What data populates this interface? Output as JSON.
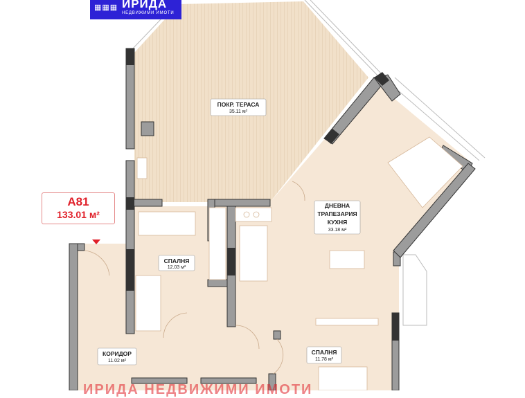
{
  "logo": {
    "name": "ИРИДА",
    "tagline": "НЕДВИЖИМИ ИМОТИ",
    "color": "#2d22d6"
  },
  "apartment": {
    "code": "A81",
    "area": "133.01 м²",
    "accent": "#e0202a"
  },
  "rooms": [
    {
      "name": "ПОКР. ТЕРАСА",
      "area": "35.11 м²"
    },
    {
      "name": "ДНЕВНА",
      "name2": "ТРАПЕЗАРИЯ",
      "name3": "КУХНЯ",
      "area": "33.18 м²"
    },
    {
      "name": "СПАЛНЯ",
      "area": "12.03 м²"
    },
    {
      "name": "КОРИДОР",
      "area": "11.02 м²"
    },
    {
      "name": "СПАЛНЯ",
      "area": "11.78 м²"
    }
  ],
  "watermark": "ИРИДА НЕДВИЖИМИ ИМОТИ",
  "colors": {
    "floor": "#f6e7d6",
    "terrace": "#eedcc4",
    "wall": "#9c9c9c",
    "wall_outline": "#333333"
  }
}
